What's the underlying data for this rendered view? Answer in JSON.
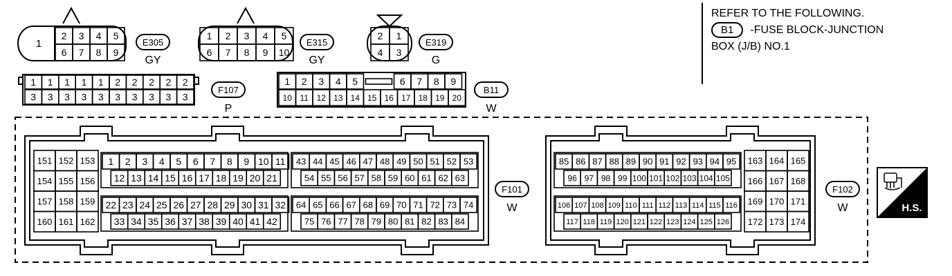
{
  "reference": {
    "line1": "REFER TO THE FOLLOWING.",
    "badge": "B1",
    "line2": "-FUSE BLOCK-JUNCTION",
    "line3": "BOX (J/B) NO.1"
  },
  "connectors": {
    "e305": {
      "id": "E305",
      "color": "GY",
      "big_pin": "1",
      "top": [
        "2",
        "3",
        "4",
        "5"
      ],
      "bottom": [
        "6",
        "7",
        "8",
        "9"
      ]
    },
    "e315": {
      "id": "E315",
      "color": "GY",
      "top": [
        "1",
        "2",
        "3",
        "4",
        "5"
      ],
      "bottom": [
        "6",
        "7",
        "8",
        "9",
        "10"
      ]
    },
    "e319": {
      "id": "E319",
      "color": "G",
      "top": [
        "2",
        "1"
      ],
      "bottom": [
        "4",
        "3"
      ]
    },
    "f107": {
      "id": "F107",
      "color": "P",
      "top": [
        "1",
        "1",
        "1",
        "1",
        "1",
        "2",
        "2",
        "2",
        "2",
        "2"
      ],
      "bottom": [
        "3",
        "3",
        "3",
        "3",
        "3",
        "3",
        "3",
        "3",
        "3",
        "3"
      ]
    },
    "b11": {
      "id": "B11",
      "color": "W",
      "top": [
        "1",
        "2",
        "3",
        "4",
        "5",
        "",
        "6",
        "7",
        "8",
        "9"
      ],
      "bottom": [
        "10",
        "11",
        "12",
        "13",
        "14",
        "15",
        "16",
        "17",
        "18",
        "19",
        "20"
      ]
    },
    "f101": {
      "id": "F101",
      "color": "W",
      "side": [
        [
          "151",
          "152",
          "153"
        ],
        [
          "154",
          "155",
          "156"
        ],
        [
          "157",
          "158",
          "159"
        ],
        [
          "160",
          "161",
          "162"
        ]
      ],
      "r1": [
        "1",
        "2",
        "3",
        "4",
        "5",
        "6",
        "7",
        "8",
        "9",
        "10",
        "11"
      ],
      "r2": [
        "12",
        "13",
        "14",
        "15",
        "16",
        "17",
        "18",
        "19",
        "20",
        "21"
      ],
      "r3": [
        "22",
        "23",
        "24",
        "25",
        "26",
        "27",
        "28",
        "29",
        "30",
        "31",
        "32"
      ],
      "r4": [
        "33",
        "34",
        "35",
        "36",
        "37",
        "38",
        "39",
        "40",
        "41",
        "42"
      ],
      "r5": [
        "43",
        "44",
        "45",
        "46",
        "47",
        "48",
        "49",
        "50",
        "51",
        "52",
        "53"
      ],
      "r6": [
        "54",
        "55",
        "56",
        "57",
        "58",
        "59",
        "60",
        "61",
        "62",
        "63"
      ],
      "r7": [
        "64",
        "65",
        "66",
        "67",
        "68",
        "69",
        "70",
        "71",
        "72",
        "73",
        "74"
      ],
      "r8": [
        "75",
        "76",
        "77",
        "78",
        "79",
        "80",
        "81",
        "82",
        "83",
        "84"
      ]
    },
    "f102": {
      "id": "F102",
      "color": "W",
      "r1": [
        "85",
        "86",
        "87",
        "88",
        "89",
        "90",
        "91",
        "92",
        "93",
        "94",
        "95"
      ],
      "r2": [
        "96",
        "97",
        "98",
        "99",
        "100",
        "101",
        "102",
        "103",
        "104",
        "105"
      ],
      "r3": [
        "106",
        "107",
        "108",
        "109",
        "110",
        "111",
        "112",
        "113",
        "114",
        "115",
        "116"
      ],
      "r4": [
        "117",
        "118",
        "119",
        "120",
        "121",
        "122",
        "123",
        "124",
        "125",
        "126"
      ],
      "side": [
        [
          "163",
          "164",
          "165"
        ],
        [
          "166",
          "167",
          "168"
        ],
        [
          "169",
          "170",
          "171"
        ],
        [
          "172",
          "173",
          "174"
        ]
      ]
    }
  },
  "hs_label": "H.S."
}
